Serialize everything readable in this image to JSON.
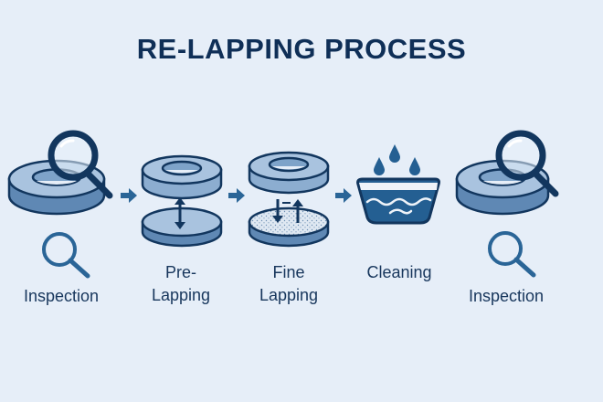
{
  "title": "RE-LAPPING PROCESS",
  "colors": {
    "background": "#e6eef8",
    "title": "#0f2f57",
    "outline": "#12365e",
    "ring_top": "#a9c3df",
    "ring_side": "#5f88b4",
    "accent": "#2a6597",
    "water": "#245f92"
  },
  "steps": [
    {
      "name": "inspection-start",
      "icon": "magnifier-over-ring-icon",
      "small_icon": "search-icon",
      "label": "Inspection"
    },
    {
      "name": "pre-lapping",
      "icon": "ring-over-disc-icon",
      "label_line1": "Pre-",
      "label_line2": "Lapping"
    },
    {
      "name": "fine-lapping",
      "icon": "ring-over-abrasive-disc-icon",
      "label_line1": "Fine",
      "label_line2": "Lapping"
    },
    {
      "name": "cleaning",
      "icon": "wash-basin-icon",
      "label": "Cleaning"
    },
    {
      "name": "inspection-end",
      "icon": "magnifier-over-ring-icon",
      "small_icon": "search-icon",
      "label": "Inspection"
    }
  ],
  "connectors": [
    "arrow-right",
    "arrow-right",
    "arrow-right"
  ]
}
